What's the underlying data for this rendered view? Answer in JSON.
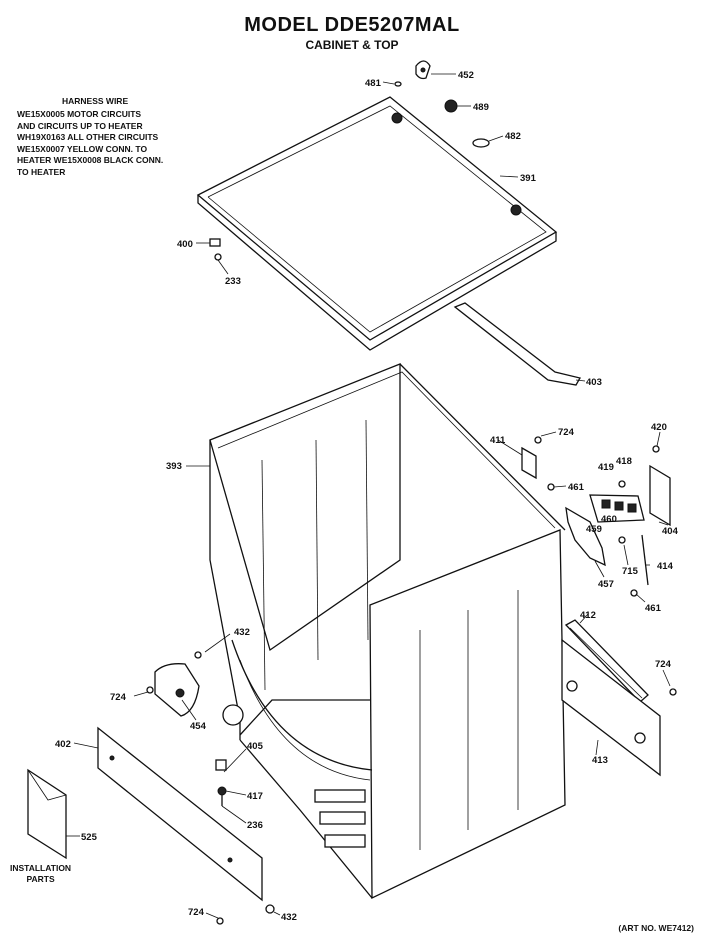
{
  "header": {
    "model": "MODEL DDE5207MAL",
    "section": "CABINET & TOP"
  },
  "harness_note": {
    "title": "HARNESS WIRE",
    "lines": [
      "WE15X0005 MOTOR CIRCUITS",
      "AND CIRCUITS UP TO HEATER",
      "WH19X0163 ALL OTHER CIRCUITS",
      "WE15X0007 YELLOW CONN. TO",
      "HEATER WE15X0008 BLACK CONN.",
      "TO HEATER"
    ]
  },
  "installation_label": [
    "INSTALLATION",
    "PARTS"
  ],
  "art_number": "(ART NO. WE7412)",
  "part_labels": {
    "p481a": "481",
    "p452": "452",
    "p489": "489",
    "p482": "482",
    "p391": "391",
    "p400": "400",
    "p233": "233",
    "p403": "403",
    "p393": "393",
    "p411": "411",
    "p724a": "724",
    "p420": "420",
    "p418": "418",
    "p419": "419",
    "p461a": "461",
    "p460": "460",
    "p459": "459",
    "p404": "404",
    "p457": "457",
    "p715": "715",
    "p414": "414",
    "p461b": "461",
    "p412": "412",
    "p432a": "432",
    "p724b": "724",
    "p724c": "724",
    "p454": "454",
    "p402": "402",
    "p405": "405",
    "p417": "417",
    "p413": "413",
    "p236": "236",
    "p525": "525",
    "p724d": "724",
    "p432b": "432"
  }
}
